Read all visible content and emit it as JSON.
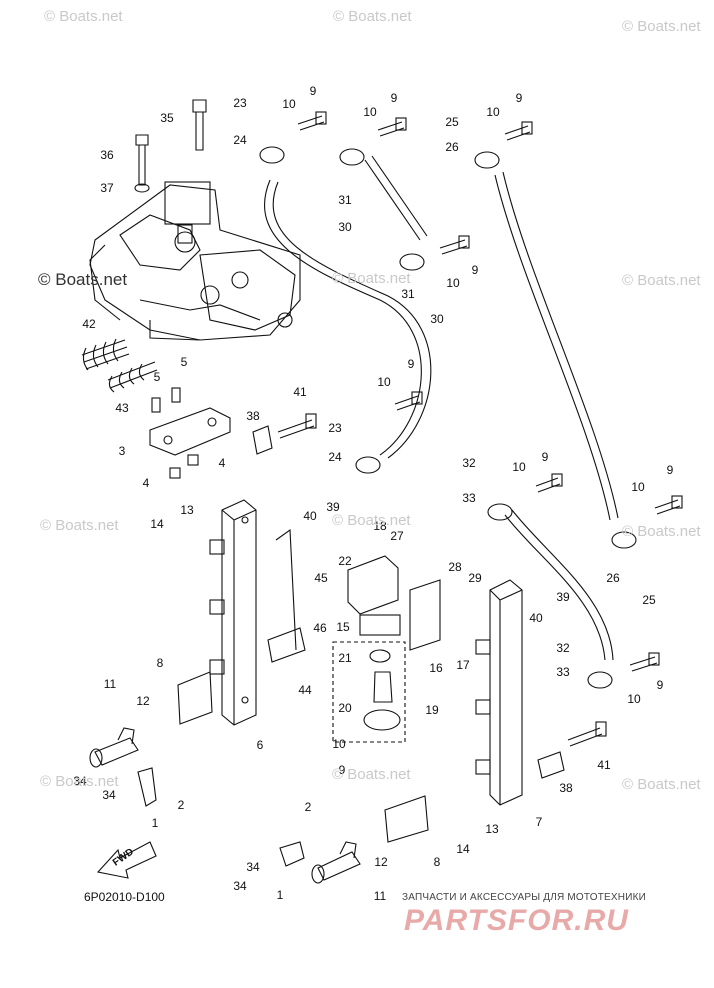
{
  "diagram_code": "6P02010-D100",
  "fwd_label": "FWD",
  "watermark_text": "© Boats.net",
  "shop": {
    "tagline": "ЗАПЧАСТИ И АКСЕССУАРЫ ДЛЯ МОТОТЕХНИКИ",
    "logo": "PARTSFOR.RU",
    "logo_color": "#e8a9a9"
  },
  "callouts": [
    "1",
    "2",
    "3",
    "4",
    "5",
    "6",
    "7",
    "8",
    "9",
    "10",
    "11",
    "12",
    "13",
    "14",
    "15",
    "16",
    "17",
    "18",
    "19",
    "20",
    "21",
    "22",
    "23",
    "24",
    "25",
    "26",
    "27",
    "28",
    "29",
    "30",
    "31",
    "32",
    "33",
    "34",
    "35",
    "36",
    "37",
    "38",
    "39",
    "40",
    "41",
    "42",
    "43",
    "44",
    "45",
    "46"
  ]
}
